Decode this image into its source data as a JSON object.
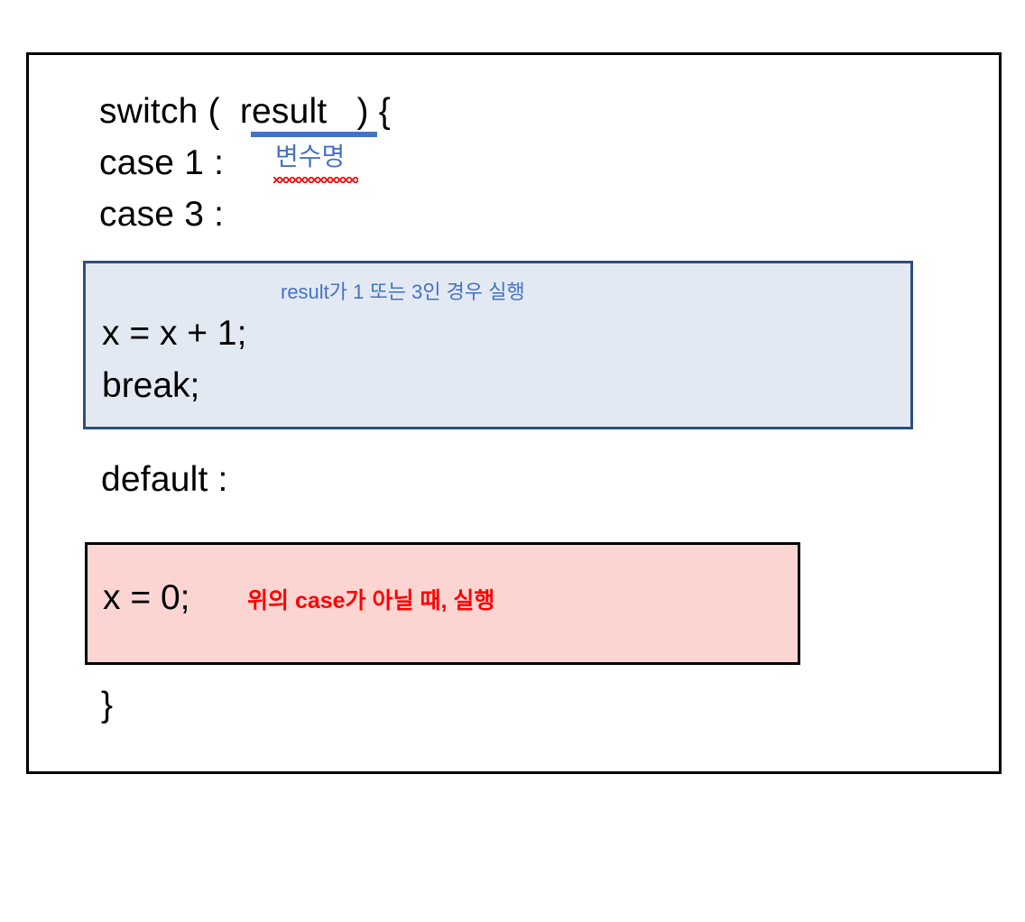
{
  "slide": {
    "code_lines": [
      {
        "id": "switch",
        "text": "switch (  result   ) {"
      },
      {
        "id": "case1",
        "text": "case 1 :"
      },
      {
        "id": "case3",
        "text": "case 3 :"
      },
      {
        "id": "default",
        "text": "default :"
      },
      {
        "id": "closing",
        "text": "}"
      }
    ],
    "annotations": {
      "variable_name": "변수명",
      "variable_name_underline_color": "#4472C4",
      "variable_name_squiggle_color": "#FF0000"
    },
    "blue_callout": {
      "note": "result가 1 또는 3인 경우 실행",
      "note_color": "#4472C4",
      "fill_color": "#E3E9F3",
      "border_color": "#2E4E7E",
      "code_lines": [
        "x = x + 1;",
        "break;"
      ]
    },
    "red_callout": {
      "note": "위의 case가 아닐 때, 실행",
      "note_color": "#FF0000",
      "fill_color": "#FCD5D2",
      "border_color": "#000000",
      "code_lines": [
        "x = 0;"
      ]
    }
  }
}
